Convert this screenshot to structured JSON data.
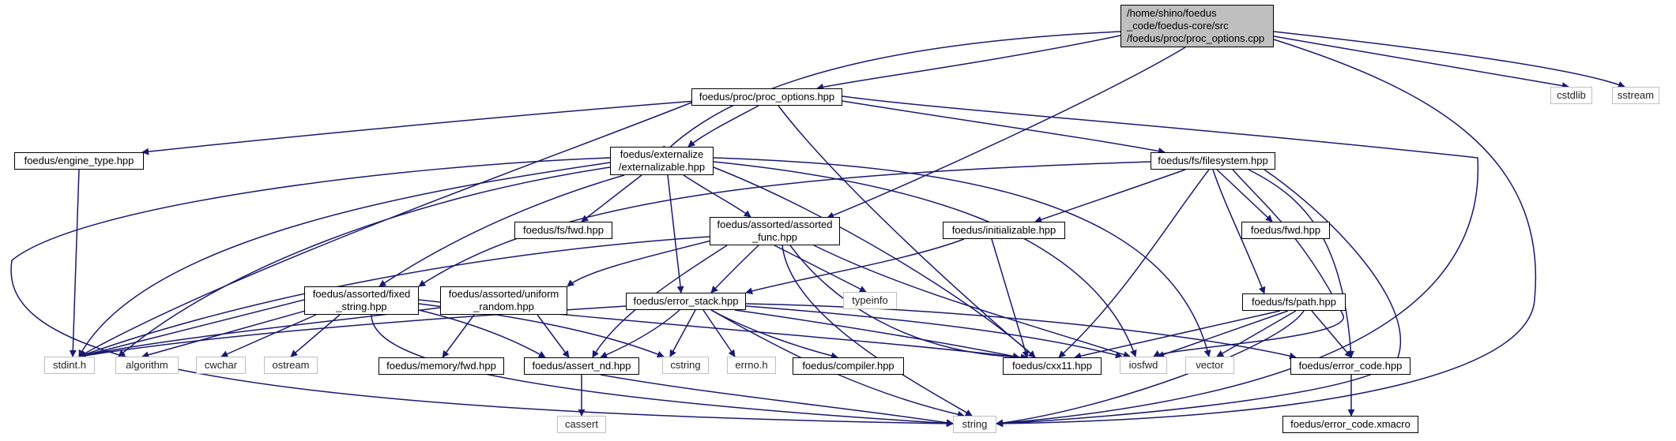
{
  "colors": {
    "edge": "#191970",
    "root_fill": "#bfbfbf",
    "node_border": "#000000",
    "external_border": "#bfbfbf",
    "background": "#ffffff"
  },
  "nodes": {
    "root": "/home/shino/foedus\n_code/foedus-core/src\n/foedus/proc/proc_options.cpp",
    "proc_options_hpp": "foedus/proc/proc_options.hpp",
    "cstdlib": "cstdlib",
    "sstream": "sstream",
    "engine_type_hpp": "foedus/engine_type.hpp",
    "externalizable_hpp": "foedus/externalize\n/externalizable.hpp",
    "filesystem_hpp": "foedus/fs/filesystem.hpp",
    "fs_fwd_hpp": "foedus/fs/fwd.hpp",
    "assorted_func_hpp": "foedus/assorted/assorted\n_func.hpp",
    "initializable_hpp": "foedus/initializable.hpp",
    "foedus_fwd_hpp": "foedus/fwd.hpp",
    "fixed_string_hpp": "foedus/assorted/fixed\n_string.hpp",
    "uniform_random_hpp": "foedus/assorted/uniform\n_random.hpp",
    "typeinfo": "typeinfo",
    "error_stack_hpp": "foedus/error_stack.hpp",
    "fs_path_hpp": "foedus/fs/path.hpp",
    "stdint_h": "stdint.h",
    "algorithm": "algorithm",
    "cwchar": "cwchar",
    "ostream": "ostream",
    "memory_fwd_hpp": "foedus/memory/fwd.hpp",
    "assert_nd_hpp": "foedus/assert_nd.hpp",
    "cstring": "cstring",
    "errno_h": "errno.h",
    "compiler_hpp": "foedus/compiler.hpp",
    "cxx11_hpp": "foedus/cxx11.hpp",
    "iosfwd": "iosfwd",
    "vector": "vector",
    "error_code_hpp": "foedus/error_code.hpp",
    "cassert": "cassert",
    "string": "string",
    "error_code_xmacro": "foedus/error_code.xmacro"
  }
}
